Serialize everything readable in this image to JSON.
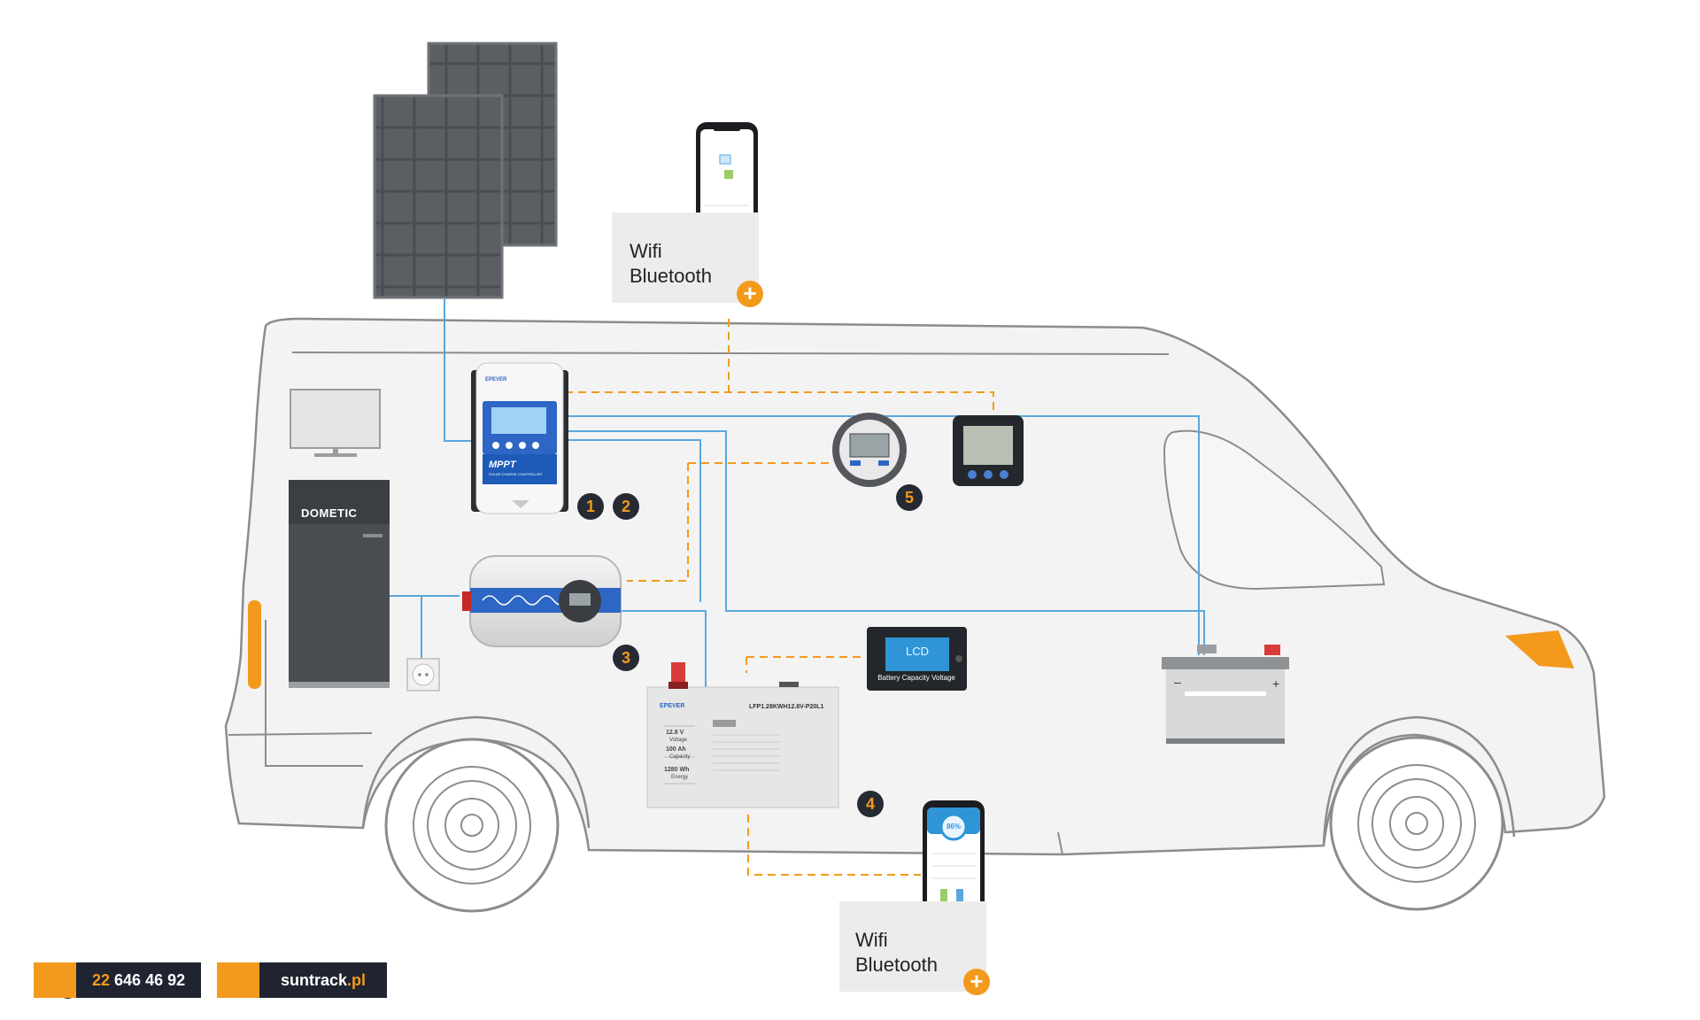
{
  "wifi_top": {
    "line1": "Wifi",
    "line2": "Bluetooth"
  },
  "wifi_bottom": {
    "line1": "Wifi",
    "line2": "Bluetooth"
  },
  "badges": [
    "1",
    "2",
    "3",
    "4",
    "5"
  ],
  "fridge": {
    "brand": "DOMETIC"
  },
  "controller": {
    "label": "MPPT",
    "sublabel": "SOLAR CHARGE CONTROLLER",
    "brand": "EPEVER"
  },
  "battery_monitor": {
    "word": "LCD",
    "caption": "Battery Capacity Voltage"
  },
  "lifepo4": {
    "model": "LFP1.28KWH12.8V-P20L1",
    "brand": "EPEVER",
    "voltage": "12.8 V",
    "voltage_label": "Voltage",
    "capacity": "100 Ah",
    "capacity_label": "Capacity",
    "energy": "1280 Wh",
    "energy_label": "Energy"
  },
  "phone_bottom": {
    "soc": "86%"
  },
  "footer": {
    "phone_prefix": "22",
    "phone_rest": " 646 46 92",
    "site_main": "suntrack",
    "site_tld": ".pl"
  },
  "colors": {
    "orange": "#f39a1d",
    "dark": "#1f2430",
    "wire_blue": "#5aa7dc",
    "wire_orange": "#f39a1d"
  },
  "icons": [
    "phone-icon",
    "link-icon",
    "plus-icon",
    "solar-panel-icon",
    "battery-icon"
  ]
}
